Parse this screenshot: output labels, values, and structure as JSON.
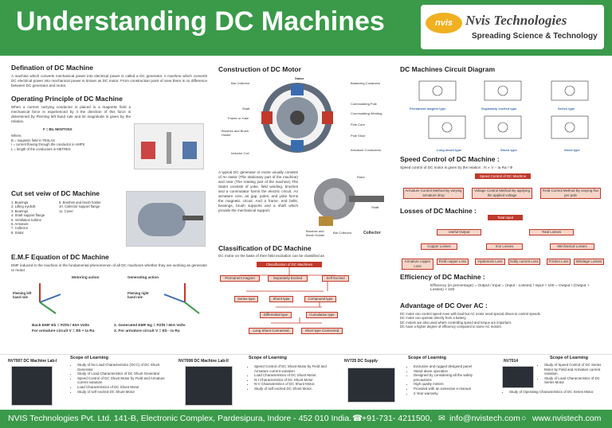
{
  "header": {
    "title": "Understanding DC Machines",
    "logo_mark": "nvis",
    "logo_name": "Nvis Technologies",
    "logo_tagline": "Spreading Science & Technology"
  },
  "col1": {
    "def_title": "Defination of DC Machine",
    "def_text": "A machine which converts mechanical power into electrical power is called a DC generator. A machine which converts DC electrical power into mechanical power is known as DC motor. From construction point of view there is no difference between DC generator and motor.",
    "op_title": "Operating Principle of DC Machine",
    "op_text": "When a current carrying conductor is placed in a magnetic field a mechanical force is experienced by it the direction of this force is determined by Fleming left hand rule and its magnitude is given by the relation.",
    "formula": "F = BIL NEWTONS",
    "where": [
      "Where,",
      "B = magnetic field in TESLAS",
      "I = current flowing through the conductor in AMPS",
      "L = length of the conductors in METRES"
    ],
    "cut_title": "Cut set veiw of DC Machine",
    "cut_left": [
      "1. Bearings",
      "2. Lifting eyebolt",
      "3. Bearings",
      "4. Shaft support flange",
      "5. Ventilation turbine",
      "6. Armature",
      "7. Collector",
      "8. Stator"
    ],
    "cut_right": [
      "9. Brushes and brush holder",
      "10. Collector support flange",
      "11. Cover"
    ],
    "emf_title": "E.M.F Equation of DC Machine",
    "emf_text": "EMF induced in the machine is the fundamental phenomenon of all DC machines whether they are working as generator or motor.",
    "motoring": "Motoring action",
    "generating": "Generating action",
    "flem_left": "Fleming left hand rule",
    "flem_right": "Fleming right hand rule",
    "eq1a": "Back EMF  Eb = PZ/N / 60A Volts",
    "eq1b": "For armature circuit  V = Eb + Ia Ra",
    "eq2a": "2. Generated EMF  Eg = PZ/N / 60A Volts",
    "eq2b": "3. For armature circuit   V = Eb - Ia Ra"
  },
  "col2": {
    "cons_title": "Construction of DC Motor",
    "cons_labels": [
      "Bar Collector",
      "Stator",
      "Balancing Conductor",
      "Commutating Pole",
      "Commutating Winding",
      "Shaft",
      "Frame or Yoke",
      "Pole Core",
      "Brushes and Brush Holder",
      "Pole Shoe",
      "Armature Conductors",
      "Inductor Coil"
    ],
    "gen_text": "A typical DC generator or motor usually consists of An stator (The stationary part of the machine) and rotor (The rotating part of the machine) The Stator consists of yoke, field winding, brushes and a commutator forms the electric circuit. An armature core, air gap, poles, and yoke forms the magnetic circuit. And a frame, end bells, bearings, brush supports and a shaft which provide the mechanical support.",
    "rotor_labels": [
      "Rotor",
      "Shaft",
      "Brushes and Brush Holder",
      "Bar Collector",
      "Collector"
    ],
    "class_title": "Classification of DC Machine",
    "class_text": "DC motor on the basis of their field excitation can be classified as",
    "class_root": "Classification of DC Machines",
    "class_l1": [
      "Permanent magnet",
      "Separately Excited",
      "Self Excited"
    ],
    "class_l2": [
      "Series type",
      "Shunt type",
      "Compound type"
    ],
    "class_l3": [
      "Differential type",
      "Cumulative type"
    ],
    "class_l4": [
      "Long Shunt Connected",
      "Short type Connected"
    ]
  },
  "col3": {
    "circ_title": "DC Machines Circuit Diagram",
    "circ_labels": [
      "Permanent magnet type",
      "Separately excited type",
      "Series type",
      "Long shunt type",
      "Shunt type",
      "Short type"
    ],
    "speed_title": "Speed Control of DC Machine :",
    "speed_text": "Speed control of DC motor is given by the relation : N ∝ V – Ia Ra / Φ",
    "speed_root": "Speed Control of DC Machine",
    "speed_boxes": [
      "Armature Control Method By varying armature drop",
      "Voltage Control Method By applying the applied voltage",
      "Field Control Method By varying flux per pole"
    ],
    "loss_title": "Losses of DC Machine :",
    "loss_root": "Total Input",
    "loss_l1": [
      "Useful Output",
      "Total Losses"
    ],
    "loss_l2": [
      "Copper Losses",
      "Iron Losses",
      "Mechanical Losses"
    ],
    "loss_l3": [
      "Armature copper Loss",
      "Field copper Loss",
      "Hysteresis Loss",
      "Eddy current Loss",
      "Friction Loss",
      "Windage Losses"
    ],
    "eff_title": "Efficiency of DC Machine :",
    "eff_formula": "Efficiency (in percentage) = Output / Input = (Input - Losses) / Input × 100 = Output / (Output + Losses) × 100",
    "adv_title": "Advantage of  DC Over AC :",
    "adv_lines": [
      "DC motor can control speed even with load but AC motor need special drives to control speeds.",
      "DC motor can operate directly from a battery.",
      "DC motors are also used where controlling speed and torque are important.",
      "DC have a higher degree of efficiency compared to some AC motors."
    ]
  },
  "products": [
    {
      "title": "NV7007 DC Machine Lab-I",
      "scope": "Scope of Learning",
      "items": [
        "Study of No Load Characteristics (OCC) of DC Shunt Generator",
        "Study of Load Characteristics of DC Shunt Generator",
        "Speed Control of DC Shunt Motor by Field and Armature current variation",
        "Load Characteristics of DC Shunt Motor",
        "Study of self excited DC Shunt Motor"
      ]
    },
    {
      "title": "NV7008 DC Machine Lab-II",
      "scope": "Scope of Learning",
      "items": [
        "Speed Control of DC Shunt Motor by Field and Armature current variation.",
        "Load Characteristics of DC Shunt Motor.",
        "N-I Characteristics of DC Shunt Motor.",
        "N-V Characteristics of DC Shunt Motor.",
        "Study of self excited DC Shunt Motor."
      ]
    },
    {
      "title": "NV725  DC Supply",
      "scope": "Scope of Learning",
      "items": [
        "Exclusive and rugged designed panel",
        "Stand alone operation",
        "Designed by considering all the safety precautions",
        "High quality meters",
        "Provided with an extensive e-manual",
        "2 Year warranty"
      ]
    },
    {
      "title": "NV7014",
      "scope": "Scope of Learning",
      "items": [
        "Study of Speed Control of DC Series Motor by Field and Armature current variation.",
        "Study of Load Characteristics of DC Series Motor.",
        "Study of Operating Characteristics of DC Series Motor."
      ]
    }
  ],
  "footer": {
    "company": "NVIS Technologies Pvt. Ltd. 141-B, Electronic Complex, Pardesipura, Indore - 452 010 India.",
    "phone": "+91-731- 4211500,",
    "email": "info@nvistech.com",
    "web": "www.nvistech.com"
  },
  "colors": {
    "brand_green": "#3a9a4a",
    "box_red": "#c0392b",
    "box_fill": "#f6d5c8"
  }
}
